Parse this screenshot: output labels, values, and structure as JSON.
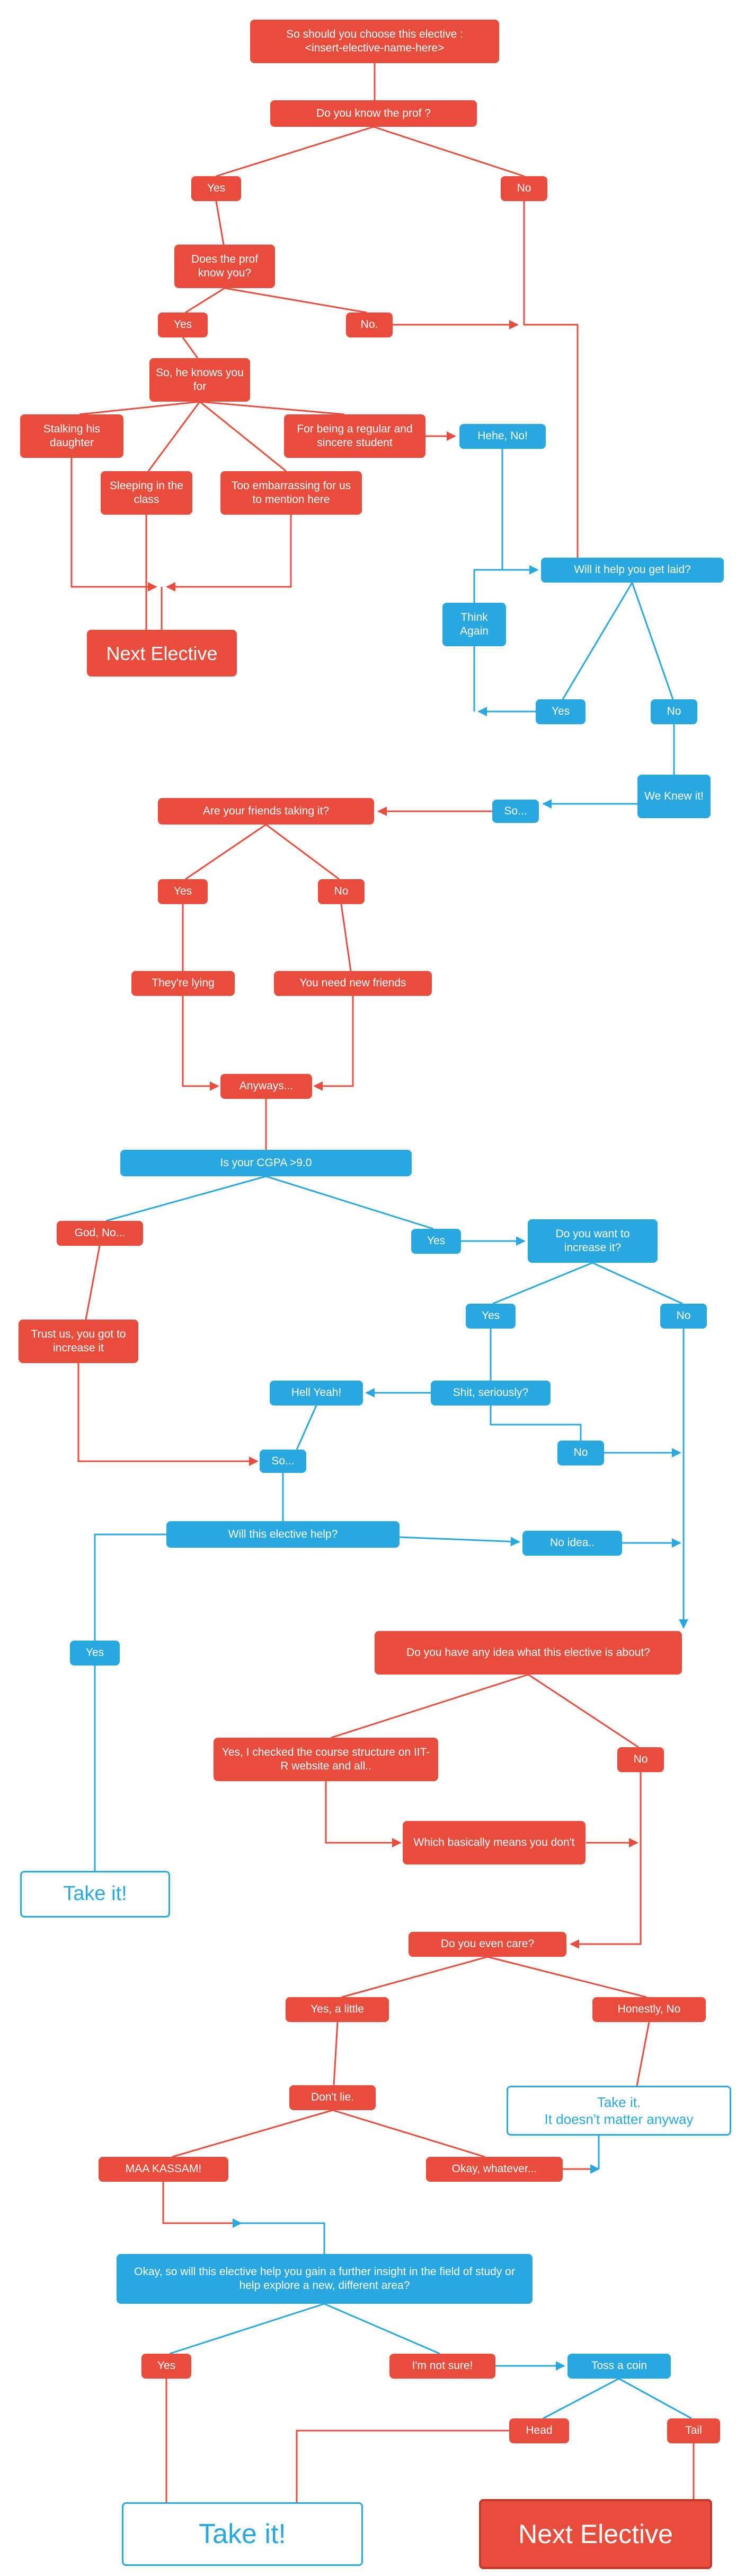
{
  "colors": {
    "red": "#e74c3c",
    "blue": "#29a8e0",
    "background": "#ffffff"
  },
  "nodes": {
    "start": {
      "label": "So should you choose this elective :\n<insert-elective-name-here>"
    },
    "know_prof": {
      "label": "Do you know the prof ?"
    },
    "know_prof_yes": {
      "label": "Yes"
    },
    "know_prof_no": {
      "label": "No"
    },
    "prof_knows_you": {
      "label": "Does the prof know you?"
    },
    "prof_knows_yes": {
      "label": "Yes"
    },
    "prof_knows_no": {
      "label": "No."
    },
    "knows_you_for": {
      "label": "So, he knows you for"
    },
    "stalking": {
      "label": "Stalking his daughter"
    },
    "regular_student": {
      "label": "For being a regular and sincere student"
    },
    "hehe_no": {
      "label": "Hehe, No!"
    },
    "sleeping": {
      "label": "Sleeping in the class"
    },
    "embarrassing": {
      "label": "Too embarrassing for us to mention here"
    },
    "get_laid": {
      "label": "Will it help you get laid?"
    },
    "think_again": {
      "label": "Think Again"
    },
    "next_elective_top": {
      "label": "Next Elective"
    },
    "laid_yes": {
      "label": "Yes"
    },
    "laid_no": {
      "label": "No"
    },
    "we_knew_it": {
      "label": "We Knew it!"
    },
    "so_1": {
      "label": "So..."
    },
    "friends_taking": {
      "label": "Are your friends taking it?"
    },
    "friends_yes": {
      "label": "Yes"
    },
    "friends_no": {
      "label": "No"
    },
    "theyre_lying": {
      "label": "They're lying"
    },
    "new_friends": {
      "label": "You need new friends"
    },
    "anyways": {
      "label": "Anyways..."
    },
    "cgpa": {
      "label": "Is your CGPA >9.0"
    },
    "god_no": {
      "label": "God, No..."
    },
    "cgpa_yes": {
      "label": "Yes"
    },
    "want_increase": {
      "label": "Do you want to increase it?"
    },
    "trust_us": {
      "label": "Trust us, you got to increase it"
    },
    "increase_yes": {
      "label": "Yes"
    },
    "increase_no": {
      "label": "No"
    },
    "hell_yeah": {
      "label": "Hell Yeah!"
    },
    "shit_seriously": {
      "label": "Shit, seriously?"
    },
    "seriously_no": {
      "label": "No"
    },
    "so_2": {
      "label": "So..."
    },
    "elective_help": {
      "label": "Will this elective help?"
    },
    "no_idea": {
      "label": "No idea.."
    },
    "help_yes": {
      "label": "Yes"
    },
    "any_idea": {
      "label": "Do you have any idea what this elective is about?"
    },
    "checked_structure": {
      "label": "Yes, I checked the course structure on IIT-R website and all.."
    },
    "idea_no": {
      "label": "No"
    },
    "basically": {
      "label": "Which basically means you don't"
    },
    "take_it_1": {
      "label": "Take it!"
    },
    "even_care": {
      "label": "Do you even care?"
    },
    "care_yes": {
      "label": "Yes, a little"
    },
    "care_no": {
      "label": "Honestly, No"
    },
    "dont_lie": {
      "label": "Don't lie."
    },
    "take_it_anyway": {
      "label": "Take it.\nIt doesn't matter anyway"
    },
    "maa_kassam": {
      "label": "MAA KASSAM!"
    },
    "okay_whatever": {
      "label": "Okay, whatever..."
    },
    "insight_question": {
      "label": "Okay, so will this elective help you gain a further insight in the field of study or help explore a new,  different area?"
    },
    "insight_yes": {
      "label": "Yes"
    },
    "not_sure": {
      "label": "I'm not sure!"
    },
    "toss_coin": {
      "label": "Toss a coin"
    },
    "head": {
      "label": "Head"
    },
    "tail": {
      "label": "Tail"
    },
    "take_it_2": {
      "label": "Take it!"
    },
    "next_elective_bottom": {
      "label": "Next Elective"
    }
  },
  "edges": [
    [
      "start",
      "know_prof"
    ],
    [
      "know_prof",
      "know_prof_yes"
    ],
    [
      "know_prof",
      "know_prof_no"
    ],
    [
      "know_prof_yes",
      "prof_knows_you"
    ],
    [
      "prof_knows_you",
      "prof_knows_yes"
    ],
    [
      "prof_knows_you",
      "prof_knows_no"
    ],
    [
      "prof_knows_yes",
      "knows_you_for"
    ],
    [
      "knows_you_for",
      "stalking"
    ],
    [
      "knows_you_for",
      "regular_student"
    ],
    [
      "knows_you_for",
      "sleeping"
    ],
    [
      "knows_you_for",
      "embarrassing"
    ],
    [
      "regular_student",
      "hehe_no"
    ],
    [
      "stalking",
      "next_elective_top"
    ],
    [
      "sleeping",
      "next_elective_top"
    ],
    [
      "embarrassing",
      "next_elective_top"
    ],
    [
      "know_prof_no",
      "get_laid"
    ],
    [
      "prof_knows_no",
      "get_laid"
    ],
    [
      "hehe_no",
      "get_laid"
    ],
    [
      "get_laid",
      "laid_yes"
    ],
    [
      "get_laid",
      "laid_no"
    ],
    [
      "laid_yes",
      "think_again"
    ],
    [
      "think_again",
      "get_laid"
    ],
    [
      "laid_no",
      "we_knew_it"
    ],
    [
      "we_knew_it",
      "so_1"
    ],
    [
      "so_1",
      "friends_taking"
    ],
    [
      "friends_taking",
      "friends_yes"
    ],
    [
      "friends_taking",
      "friends_no"
    ],
    [
      "friends_yes",
      "theyre_lying"
    ],
    [
      "friends_no",
      "new_friends"
    ],
    [
      "theyre_lying",
      "anyways"
    ],
    [
      "new_friends",
      "anyways"
    ],
    [
      "anyways",
      "cgpa"
    ],
    [
      "cgpa",
      "god_no"
    ],
    [
      "cgpa",
      "cgpa_yes"
    ],
    [
      "cgpa_yes",
      "want_increase"
    ],
    [
      "god_no",
      "trust_us"
    ],
    [
      "trust_us",
      "so_2"
    ],
    [
      "want_increase",
      "increase_yes"
    ],
    [
      "want_increase",
      "increase_no"
    ],
    [
      "increase_yes",
      "shit_seriously"
    ],
    [
      "shit_seriously",
      "hell_yeah"
    ],
    [
      "shit_seriously",
      "seriously_no"
    ],
    [
      "hell_yeah",
      "so_2"
    ],
    [
      "so_2",
      "elective_help"
    ],
    [
      "elective_help",
      "help_yes"
    ],
    [
      "elective_help",
      "no_idea"
    ],
    [
      "seriously_no",
      "any_idea"
    ],
    [
      "no_idea",
      "any_idea"
    ],
    [
      "increase_no",
      "any_idea"
    ],
    [
      "help_yes",
      "take_it_1"
    ],
    [
      "any_idea",
      "checked_structure"
    ],
    [
      "any_idea",
      "idea_no"
    ],
    [
      "checked_structure",
      "basically"
    ],
    [
      "basically",
      "even_care"
    ],
    [
      "idea_no",
      "even_care"
    ],
    [
      "even_care",
      "care_yes"
    ],
    [
      "even_care",
      "care_no"
    ],
    [
      "care_yes",
      "dont_lie"
    ],
    [
      "care_no",
      "take_it_anyway"
    ],
    [
      "dont_lie",
      "maa_kassam"
    ],
    [
      "dont_lie",
      "okay_whatever"
    ],
    [
      "okay_whatever",
      "take_it_anyway"
    ],
    [
      "maa_kassam",
      "insight_question"
    ],
    [
      "insight_question",
      "insight_yes"
    ],
    [
      "insight_question",
      "not_sure"
    ],
    [
      "not_sure",
      "toss_coin"
    ],
    [
      "insight_yes",
      "take_it_2"
    ],
    [
      "toss_coin",
      "head"
    ],
    [
      "toss_coin",
      "tail"
    ],
    [
      "head",
      "take_it_2"
    ],
    [
      "tail",
      "next_elective_bottom"
    ]
  ]
}
